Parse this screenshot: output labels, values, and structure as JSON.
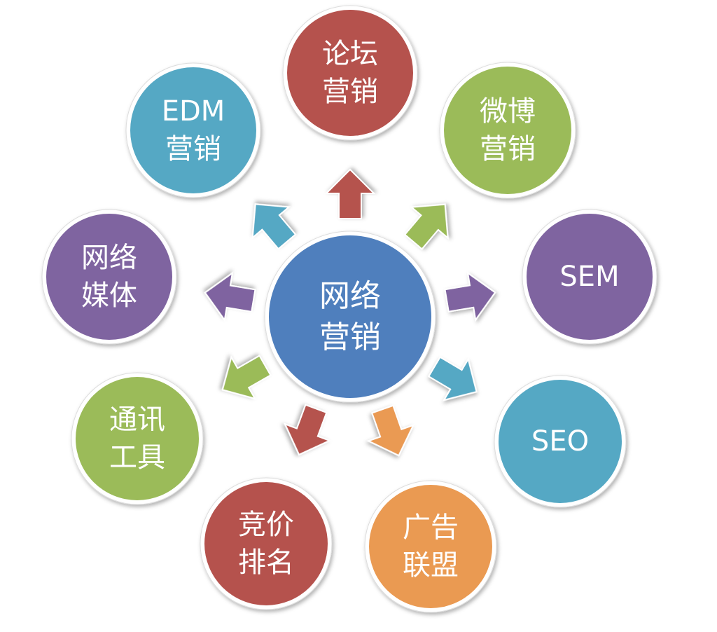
{
  "center": {
    "lines": [
      "网络",
      "营销"
    ],
    "color": "#4f7fbd"
  },
  "nodes": [
    {
      "id": "forum",
      "lines": [
        "论坛",
        "营销"
      ],
      "color": "#b5524d"
    },
    {
      "id": "weibo",
      "lines": [
        "微博",
        "营销"
      ],
      "color": "#9bbb59"
    },
    {
      "id": "sem",
      "lines": [
        "SEM"
      ],
      "color": "#7f64a0"
    },
    {
      "id": "seo",
      "lines": [
        "SEO"
      ],
      "color": "#55a8c4"
    },
    {
      "id": "ad-alliance",
      "lines": [
        "广告",
        "联盟"
      ],
      "color": "#ea9a52"
    },
    {
      "id": "bidding",
      "lines": [
        "竞价",
        "排名"
      ],
      "color": "#b5524d"
    },
    {
      "id": "im-tools",
      "lines": [
        "通讯",
        "工具"
      ],
      "color": "#9bbb59"
    },
    {
      "id": "web-media",
      "lines": [
        "网络",
        "媒体"
      ],
      "color": "#7f64a0"
    },
    {
      "id": "edm",
      "lines": [
        "EDM",
        "营销"
      ],
      "color": "#55a8c4"
    }
  ]
}
